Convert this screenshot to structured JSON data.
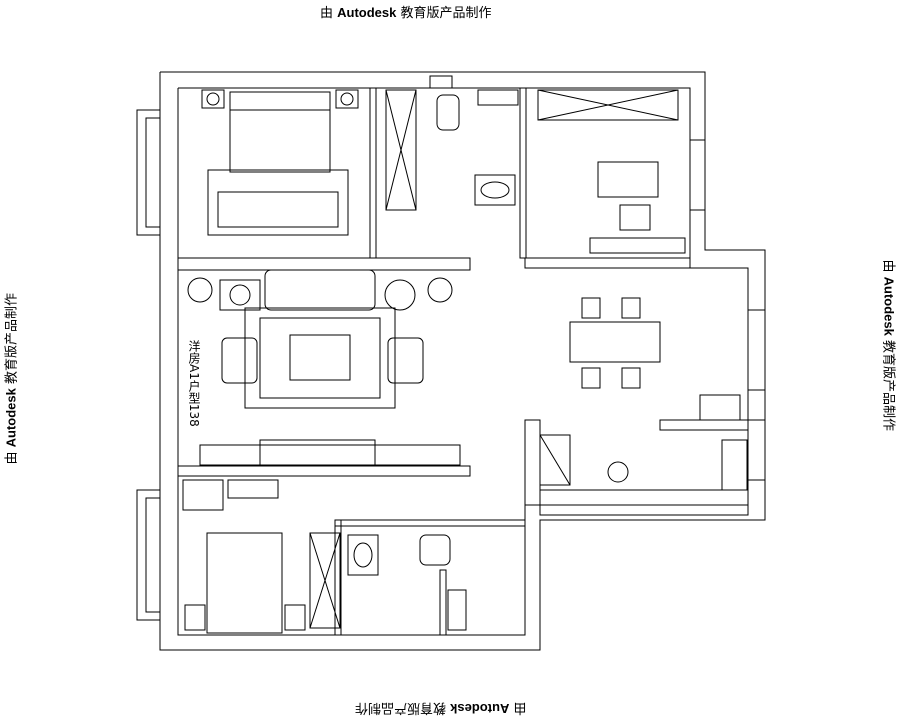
{
  "watermark": {
    "prefix": "由 ",
    "brand": "Autodesk",
    "suffix": " 教育版产品制作"
  },
  "plan_label": "洋房A1户型138",
  "colors": {
    "line": "#000000",
    "background": "#ffffff"
  }
}
